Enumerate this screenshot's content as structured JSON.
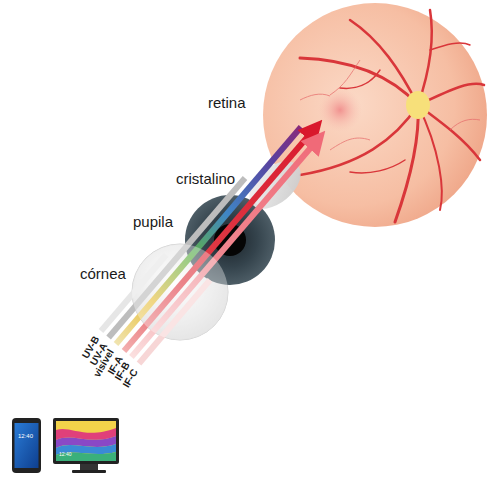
{
  "diagram": {
    "labels": [
      "retina",
      "cristalino",
      "pupila",
      "córnea",
      "UV-B",
      "UV-A",
      "visível",
      "IF-A",
      "IF-B",
      "IF-C",
      "12:40",
      "12:40"
    ]
  }
}
